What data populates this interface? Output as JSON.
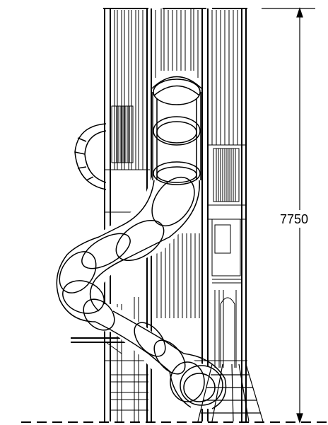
{
  "drawing": {
    "dimension": {
      "height_label": "7750"
    },
    "components": {
      "tower": "tower-frame",
      "slide": "spiral-tube-slide",
      "net": "climbing-net"
    },
    "colors": {
      "line": "#000000",
      "background": "#ffffff"
    }
  }
}
